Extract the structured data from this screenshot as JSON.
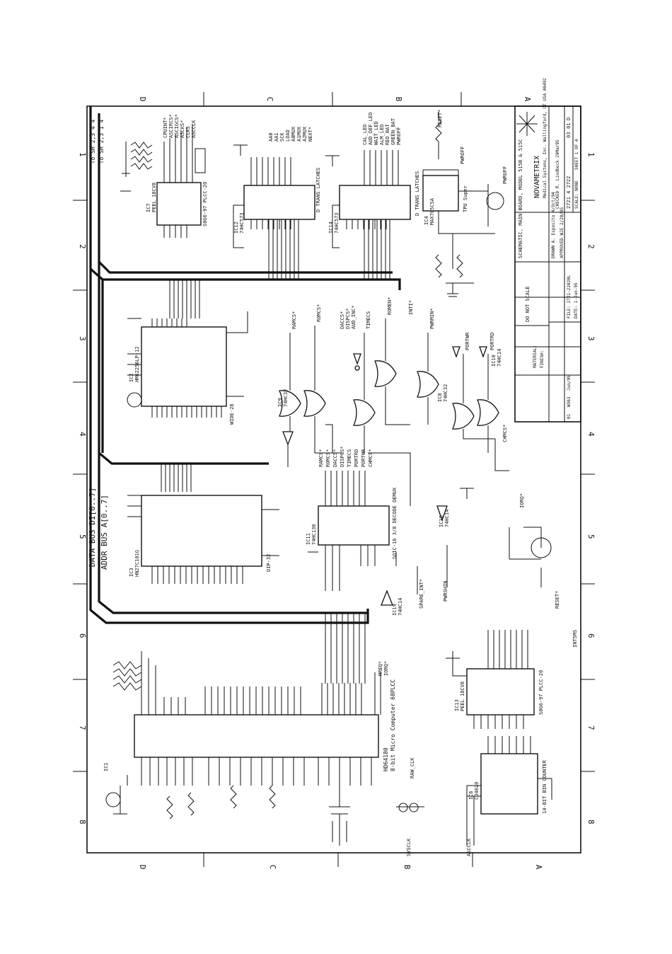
{
  "zones": {
    "letters_top": [
      "D",
      "C",
      "B",
      "A"
    ],
    "letters_bottom": [
      "D",
      "C",
      "B",
      "A"
    ],
    "numbers_top": [
      "1",
      "2",
      "3",
      "4",
      "5",
      "6",
      "7",
      "8"
    ],
    "numbers_bottom": [
      "1",
      "2",
      "3",
      "4",
      "5",
      "6",
      "7",
      "8"
    ]
  },
  "buses": {
    "data": "DATA BUS DI[0..7]",
    "addr": "ADDR BUS A[0..7]",
    "to_sh_a": "To SH 2,3 4 4",
    "to_sh_b": "To SH 2,3 1 4"
  },
  "chips": [
    {
      "ref": "IC7",
      "part": "PEEL 18CV8",
      "pkg": "S0G6-97 PLCC-20"
    },
    {
      "ref": "IC12",
      "part": "74HC573",
      "pkg": "D TRANS LATCHES"
    },
    {
      "ref": "IC14",
      "part": "74HC573",
      "pkg": "D TRANS LATCHES"
    },
    {
      "ref": "IC4",
      "part": "MAX705CSA",
      "pkg": "TPU Super"
    },
    {
      "ref": "IC2",
      "part": "HM62256LP-12",
      "pkg": "WIDE-28"
    },
    {
      "ref": "IC3",
      "part": "HN27C101G",
      "pkg": "DIP-32"
    },
    {
      "ref": "IC11",
      "part": "74HC138",
      "pkg": "SOIC-16 3/8 DECODE DEMUX"
    },
    {
      "ref": "IC1",
      "part": "HD64180",
      "pkg": "8-bit Micro Computer 68PLCC"
    },
    {
      "ref": "IC13",
      "part": "PEEL 18CV8",
      "pkg": "S0G6-97 PLCC-20"
    },
    {
      "ref": "IC6",
      "part": "CD4020",
      "pkg": "14-BIT BIN COUNTER"
    }
  ],
  "gates": [
    {
      "ref": "IC9",
      "part": "74HC32"
    },
    {
      "ref": "IC8",
      "part": "74HC32"
    },
    {
      "ref": "IC10",
      "part": "74HC14"
    },
    {
      "ref": "IC19",
      "part": "74HC14"
    },
    {
      "ref": "IC18",
      "part": "74HC14"
    }
  ],
  "net_labels": {
    "ic7_out": [
      "CPUINT*",
      "ASCIRCS*",
      "ASCIGCS*",
      "ASCKS*",
      "CLKS",
      "ASCCLK"
    ],
    "ic14_out": [
      "CAL_LED",
      "AUD_DEF_LED",
      "WAIT_LED",
      "ALM_LED",
      "RED_BAT",
      "GREEN_BAT",
      "PWROFF"
    ],
    "ic12_out": [
      "AA0",
      "AA1",
      "SCK",
      "LOAD",
      "A0MUX",
      "A1MUX",
      "A2MUX",
      "NEXT*"
    ],
    "misc": [
      "RESET*",
      "PWRUFF",
      "PWROFF",
      "PORTWR",
      "PORTRD",
      "RAMCS*",
      "ROMCS*",
      "DACCS*",
      "DISPCS*",
      "AUD_INC*",
      "TIMECS",
      "ROMEN*",
      "INTI*",
      "PWRMIN*",
      "CHMCS*",
      "SPARE_INT*",
      "PWRSHIN",
      "SYSCLK",
      "RAW_CLK",
      "ASCCLK",
      "INT5MS",
      "RESET",
      "MREQ*",
      "IORQ*"
    ]
  },
  "title_block": {
    "company": "NOVAMETRIX",
    "company_sub": "Medical Systems, Inc. Wallingford, CT USA 06492",
    "title": "SCHEMATIC, MAIN BOARD, MODEL 515B & 515C",
    "drawn": "DRAWN A. Esposito 4/Oct/94",
    "checked": "CHECKED R. Lindbeck 29Mar95",
    "approved": "APPROVED WJE 2/20/95",
    "size": "D",
    "dwg_no": "2721  4  2722",
    "code": "03",
    "rev": "01",
    "sheet": "SHEET 1 OF 4",
    "scale": "SCALE: NONE",
    "do_not_scale": "DO NOT SCALE",
    "material": "MATERIAL:",
    "finish": "FINISH:",
    "file": "FILE: 2721-22020L",
    "date_stamp": "DATE: 1-Jun-95"
  },
  "revisions": [
    {
      "rev": "01",
      "ecr": "W363",
      "by": "Jun/95",
      "date": ""
    }
  ]
}
